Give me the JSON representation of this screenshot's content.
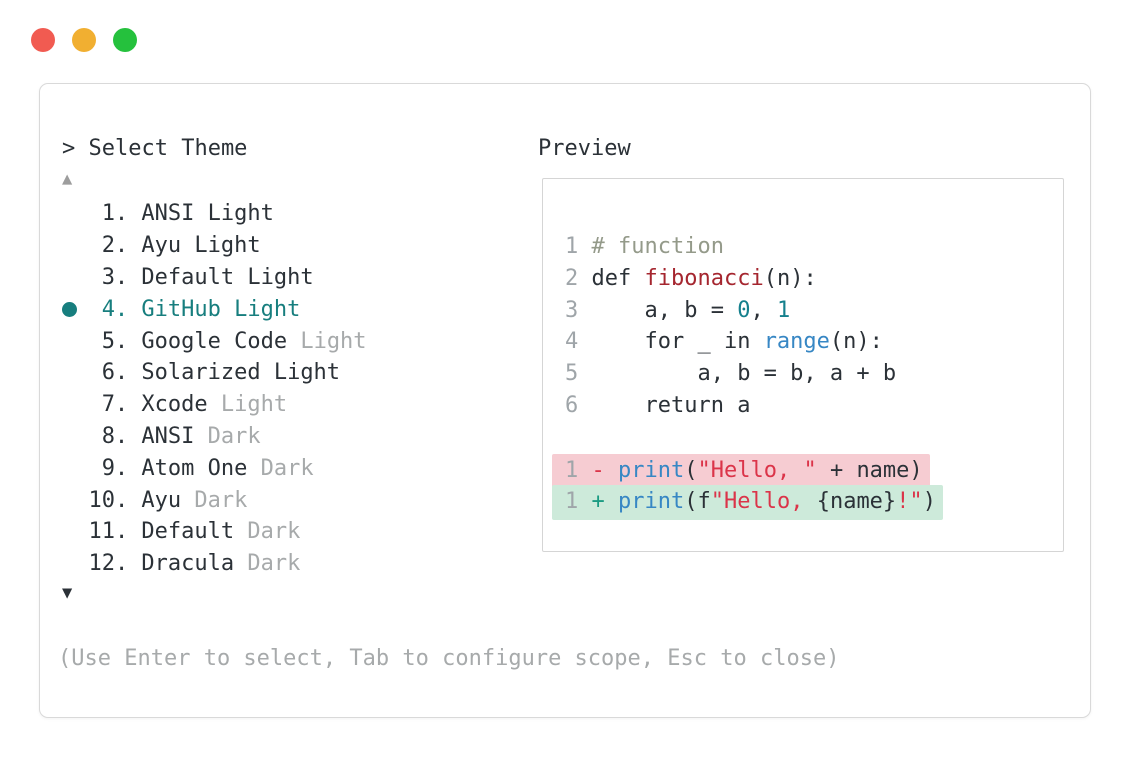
{
  "colors": {
    "light_red": "#f15b51",
    "light_yellow": "#f1af31",
    "light_green": "#25c13d",
    "window_border": "#d9d9d9",
    "box_border": "#d5d5d5",
    "text": "#2b3137",
    "muted": "#a7aaab",
    "line_num": "#9fa5a9",
    "arrow_up": "#9d9d9d",
    "teal": "#177e7e",
    "comment": "#949a8a",
    "func_red": "#a5262f",
    "string_red": "#db3449",
    "blue": "#3787c4",
    "num_teal": "#15808d",
    "plus_teal": "#1b9b82",
    "removed_bg": "#f6ccd2",
    "added_bg": "#cdeada"
  },
  "window_controls": {
    "close": "close",
    "minimize": "minimize",
    "zoom": "zoom"
  },
  "dialog": {
    "title": "> Select Theme",
    "help": "(Use Enter to select, Tab to configure scope, Esc to close)"
  },
  "icons": {
    "scroll_up": "▲",
    "scroll_down": "▼",
    "selected_bullet": "●"
  },
  "theme_list": {
    "items": [
      {
        "num": "1.",
        "name": "ANSI Light",
        "suffix": "",
        "selected": false
      },
      {
        "num": "2.",
        "name": "Ayu Light",
        "suffix": "",
        "selected": false
      },
      {
        "num": "3.",
        "name": "Default Light",
        "suffix": "",
        "selected": false
      },
      {
        "num": "4.",
        "name": "GitHub Light",
        "suffix": "",
        "selected": true
      },
      {
        "num": "5.",
        "name": "Google Code",
        "suffix": "Light",
        "selected": false
      },
      {
        "num": "6.",
        "name": "Solarized Light",
        "suffix": "",
        "selected": false
      },
      {
        "num": "7.",
        "name": "Xcode",
        "suffix": "Light",
        "selected": false
      },
      {
        "num": "8.",
        "name": "ANSI",
        "suffix": "Dark",
        "selected": false
      },
      {
        "num": "9.",
        "name": "Atom One",
        "suffix": "Dark",
        "selected": false
      },
      {
        "num": "10.",
        "name": "Ayu",
        "suffix": "Dark",
        "selected": false
      },
      {
        "num": "11.",
        "name": "Default",
        "suffix": "Dark",
        "selected": false
      },
      {
        "num": "12.",
        "name": "Dracula",
        "suffix": "Dark",
        "selected": false
      }
    ]
  },
  "preview": {
    "label": "Preview",
    "code_lines": [
      {
        "ln": "1",
        "bg": "",
        "tokens": [
          [
            "# function",
            "comment"
          ]
        ]
      },
      {
        "ln": "2",
        "bg": "",
        "tokens": [
          [
            "def ",
            "fg"
          ],
          [
            "fibonacci",
            "func"
          ],
          [
            "(n):",
            "fg"
          ]
        ]
      },
      {
        "ln": "3",
        "bg": "",
        "tokens": [
          [
            "    a, b = ",
            "fg"
          ],
          [
            "0",
            "number"
          ],
          [
            ", ",
            "fg"
          ],
          [
            "1",
            "number"
          ]
        ]
      },
      {
        "ln": "4",
        "bg": "",
        "tokens": [
          [
            "    for _ in ",
            "fg"
          ],
          [
            "range",
            "builtin"
          ],
          [
            "(n):",
            "fg"
          ]
        ]
      },
      {
        "ln": "5",
        "bg": "",
        "tokens": [
          [
            "        a, b = b, a + b",
            "fg"
          ]
        ]
      },
      {
        "ln": "6",
        "bg": "",
        "tokens": [
          [
            "    return a",
            "fg"
          ]
        ]
      },
      {
        "ln": "",
        "bg": "",
        "tokens": []
      },
      {
        "ln": "1",
        "bg": "removed",
        "tokens": [
          [
            "- ",
            "diff-minus"
          ],
          [
            "print",
            "builtin"
          ],
          [
            "(",
            "fg"
          ],
          [
            "\"Hello, \"",
            "string"
          ],
          [
            " + name)",
            "fg"
          ]
        ]
      },
      {
        "ln": "1",
        "bg": "added",
        "tokens": [
          [
            "+ ",
            "diff-plus"
          ],
          [
            "print",
            "builtin"
          ],
          [
            "(f",
            "fg"
          ],
          [
            "\"Hello, ",
            "string"
          ],
          [
            "{name}",
            "fg"
          ],
          [
            "!\"",
            "string"
          ],
          [
            ")",
            "fg"
          ]
        ]
      }
    ]
  }
}
